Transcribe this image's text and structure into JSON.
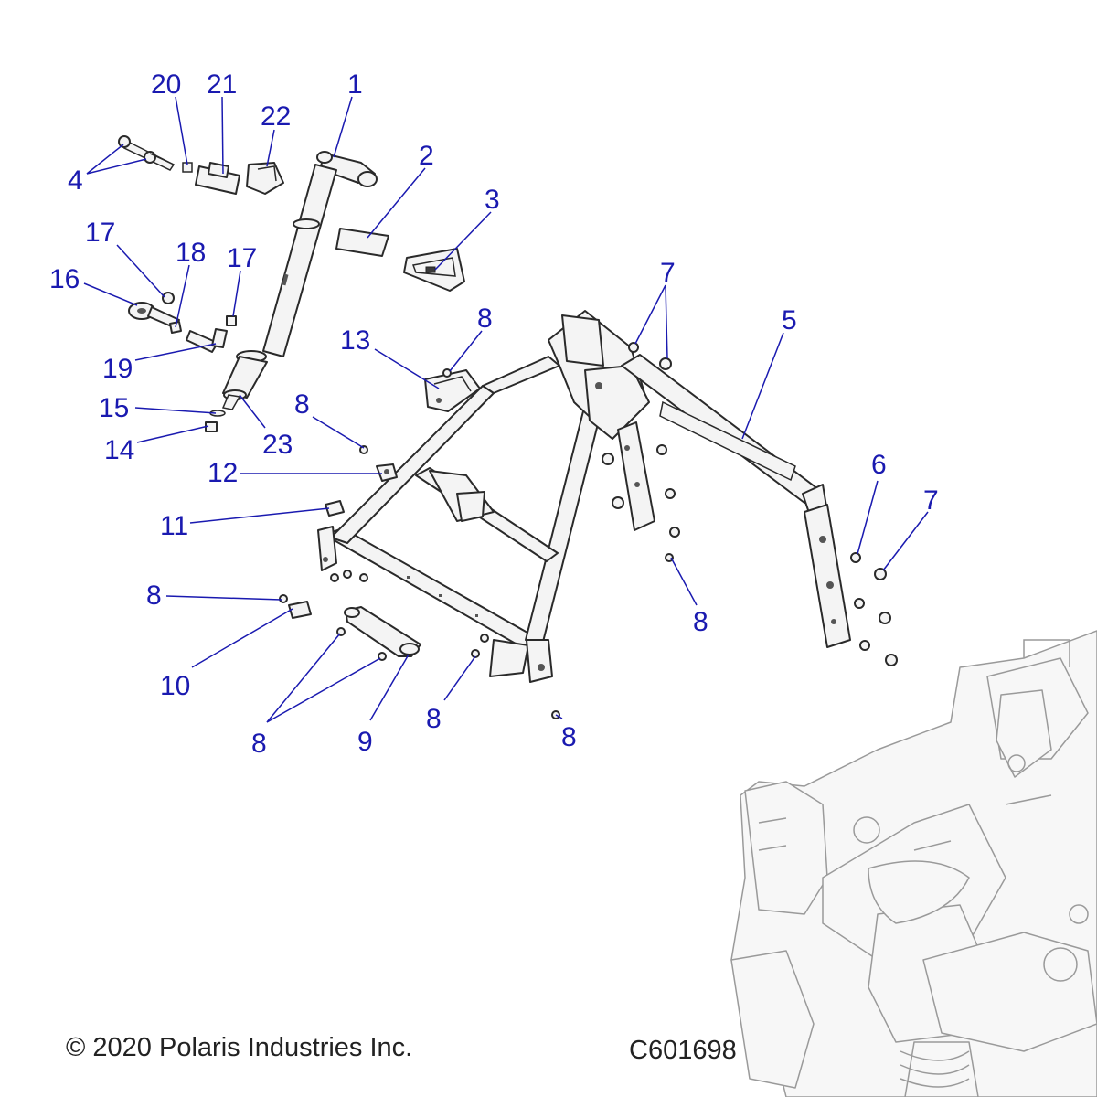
{
  "diagram": {
    "callouts": [
      "20",
      "21",
      "1",
      "22",
      "4",
      "2",
      "3",
      "17",
      "18",
      "17",
      "16",
      "7",
      "5",
      "8",
      "13",
      "19",
      "15",
      "23",
      "8",
      "14",
      "12",
      "6",
      "7",
      "11",
      "8",
      "8",
      "10",
      "8",
      "9",
      "8",
      "8"
    ]
  },
  "footer": {
    "copyright": "© 2020 Polaris Industries Inc.",
    "figure_id": "C601698"
  },
  "colors": {
    "callout": "#1a1ab0",
    "line_art": "#2a2a2a",
    "chassis_ghost": "#9a9a9a"
  }
}
